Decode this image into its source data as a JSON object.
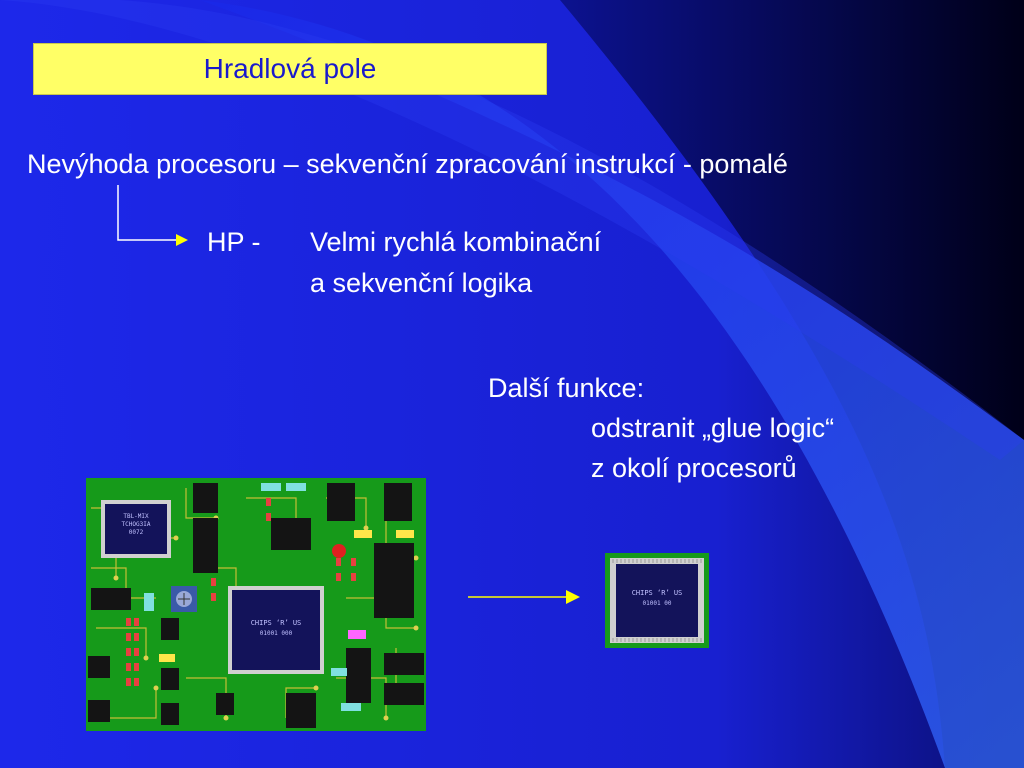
{
  "slide": {
    "title": "Hradlová pole",
    "disadvantage_line": "Nevýhoda procesoru – sekvenční zpracování instrukcí - pomalé",
    "hp_prefix": "HP -",
    "hp_line1": "Velmi rychlá kombinační",
    "hp_line2": "a sekvenční logika",
    "functions_heading": "Další funkce:",
    "functions_line1": "odstranit „glue logic“",
    "functions_line2": "z okolí procesorů"
  },
  "images": {
    "circuit_board": {
      "chip_main_label": "CHIPS ‘R’ US",
      "chip_main_sub": "01001 000",
      "chip_topleft_label": "TBL-MIX",
      "chip_topleft_sub1": "TCHOG3IA",
      "chip_topleft_sub2": "0072"
    },
    "single_chip": {
      "label": "CHIPS ‘R’ US",
      "sub": "01001 00"
    }
  },
  "colors": {
    "background": "#1a22e0",
    "title_box": "#ffff66",
    "title_text": "#1a1acc",
    "body_text": "#ffffff",
    "arrow": "#ffff00",
    "pcb_green": "#169a1a"
  }
}
